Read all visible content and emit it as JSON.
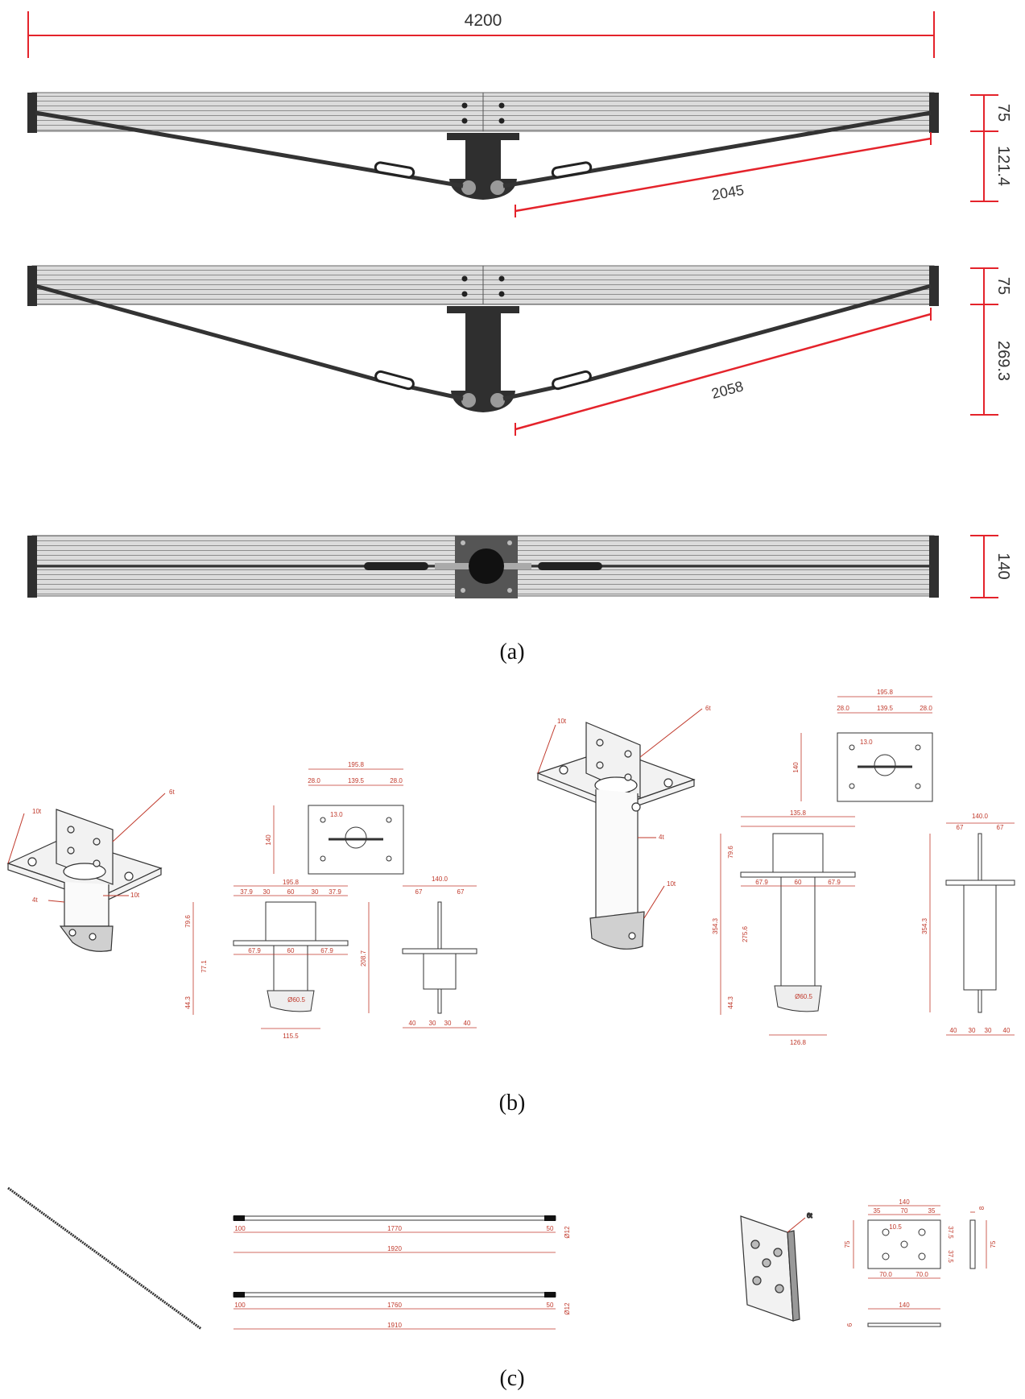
{
  "colors": {
    "dimension": "#e4232b",
    "metal_dark": "#2f2f2f",
    "metal_light": "#d9d9d9",
    "text": "#333333"
  },
  "panel_a": {
    "total_length": "4200",
    "view1": {
      "height_top": "75",
      "height_bottom": "121.4",
      "cable_length": "2045"
    },
    "view2": {
      "height_top": "75",
      "height_bottom": "269.3",
      "cable_length": "2058"
    },
    "plan": {
      "width": "140"
    },
    "caption": "(a)"
  },
  "panel_b": {
    "left": {
      "plate_6t": "6t",
      "plate_10t": "10t",
      "tube_4t": "4t",
      "base_10t": "10t",
      "top_width": "195.8",
      "top_edge_left": "28.0",
      "top_middle": "139.5",
      "top_edge_right": "28.0",
      "top_height": "140",
      "hole": "13.0",
      "front_width": "195.8",
      "front_segments": [
        "37.9",
        "30",
        "60",
        "30",
        "37.9"
      ],
      "front_lower": [
        "67.9",
        "60",
        "67.9"
      ],
      "front_heights": [
        "79.6",
        "77.1",
        "44.3"
      ],
      "front_bottom": "115.5",
      "front_diameter": "Ø60.5",
      "side_width": "140.0",
      "side_top": [
        "67",
        "67"
      ],
      "side_height": "208.7",
      "side_bottom": [
        "40",
        "30",
        "30",
        "40"
      ]
    },
    "right": {
      "plate_6t": "6t",
      "plate_10t": "10t",
      "tube_4t": "4t",
      "base_10t": "10t",
      "top_width": "195.8",
      "top_edge_left": "28.0",
      "top_middle": "139.5",
      "top_edge_right": "28.0",
      "top_height": "140",
      "hole": "13.0",
      "front_width": "135.8",
      "front_lower": [
        "67.9",
        "60",
        "67.9"
      ],
      "front_heights": [
        "79.6",
        "275.6",
        "44.3"
      ],
      "front_total": "354.3",
      "front_bottom": "126.8",
      "front_diameter": "Ø60.5",
      "side_width": "140.0",
      "side_top": [
        "67",
        "67"
      ],
      "side_total": "354.3",
      "side_bottom": [
        "40",
        "30",
        "30",
        "40"
      ]
    },
    "caption": "(b)"
  },
  "panel_c": {
    "rod1": {
      "inner": "1770",
      "outer": "1920",
      "end": "100",
      "thread": "50",
      "dia": "Ø12"
    },
    "rod2": {
      "inner": "1760",
      "outer": "1910",
      "end": "100",
      "thread": "50",
      "dia": "Ø12"
    },
    "plate": {
      "thickness": "6t",
      "width": "140",
      "segments": [
        "35",
        "70",
        "35"
      ],
      "hole": "10.5",
      "lower": [
        "70.0",
        "70.0"
      ],
      "height": "75",
      "side_segs": [
        "37.5",
        "37.5"
      ],
      "side_w": "8",
      "side_h": "75",
      "bottom_w": "140",
      "bottom_t": "6"
    },
    "caption": "(c)"
  }
}
